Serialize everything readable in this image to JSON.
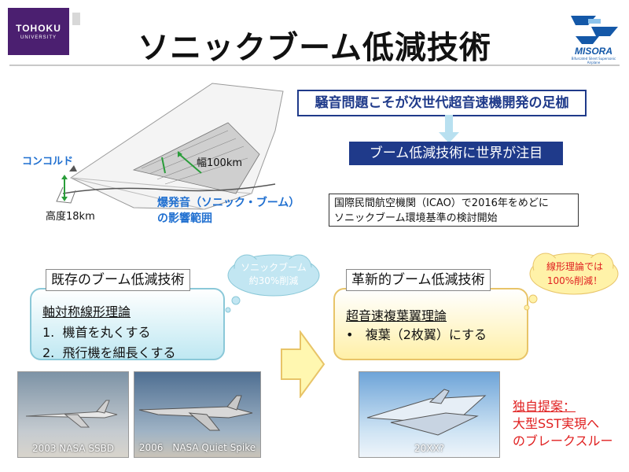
{
  "header": {
    "title": "ソニックブーム低減技術",
    "logo_left_line1": "TOHOKU",
    "logo_left_line2": "UNIVERSITY",
    "logo_right_name": "MISORA",
    "logo_right_sub": "Bifurcated Silent Supersonic Airplane"
  },
  "diagram": {
    "concorde_label": "コンコルド",
    "width_label": "幅100km",
    "altitude_label": "高度18km",
    "boom_label_line1": "爆発音（ソニック・ブーム）",
    "boom_label_line2": "の影響範囲"
  },
  "flow": {
    "key_issue": "騒音問題こそが次世代超音速機開発の足枷",
    "world_focus": "ブーム低減技術に世界が注目",
    "icao_line1": "国際民間航空機関（ICAO）で2016年をめどに",
    "icao_line2": "ソニックブーム環境基準の検討開始"
  },
  "existing": {
    "section_title": "既存のブーム低減技術",
    "theory": "軸対称線形理論",
    "item1_num": "1.",
    "item1_text": "機首を丸くする",
    "item2_num": "2.",
    "item2_text": "飛行機を細長くする",
    "cloud_line1": "ソニックブーム",
    "cloud_line2": "約30%削減"
  },
  "innovative": {
    "section_title": "革新的ブーム低減技術",
    "theory": "超音速複葉翼理論",
    "bullet": "•",
    "item_text": "複葉（2枚翼）にする",
    "cloud_line1": "線形理論では",
    "cloud_line2": "100%削減！"
  },
  "photos": {
    "photo1_caption": "2003 NASA SSBD",
    "photo2_caption": "2006　NASA Quiet Spike",
    "photo3_caption": "20XX?"
  },
  "proposal": {
    "line1": "独自提案：",
    "line2": "大型SST実現へ",
    "line3": "のブレークスルー"
  },
  "colors": {
    "navy": "#1f3a8a",
    "blue_label": "#1f6fd0",
    "red": "#e02020",
    "purple_logo": "#4b1f70"
  }
}
